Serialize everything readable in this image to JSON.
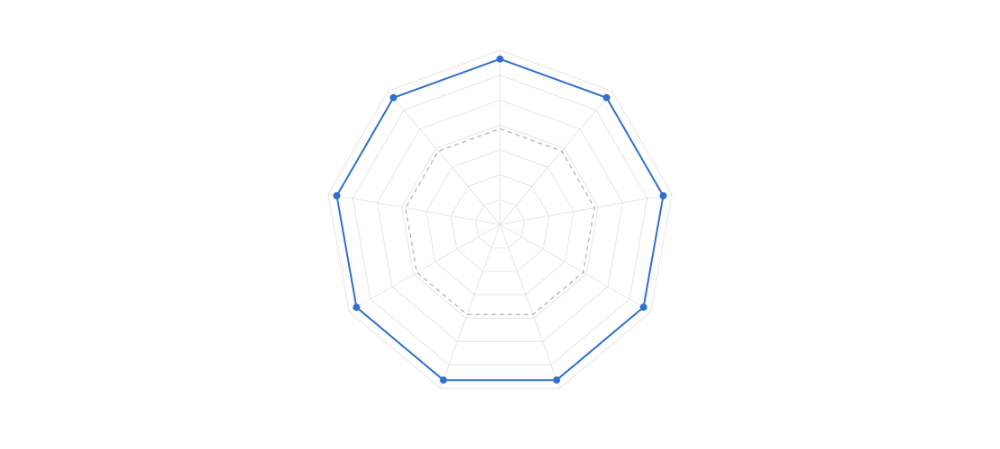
{
  "chart_data": {
    "type": "radar",
    "axes_count": 9,
    "range": [
      0,
      100
    ],
    "grid_levels": 7,
    "grid": true,
    "legend": "none",
    "title": "",
    "series": [
      {
        "values": [
          95,
          95,
          95,
          95,
          95,
          95,
          95,
          95,
          95
        ],
        "color": "#2f6fcf",
        "markers": true
      }
    ],
    "reference": {
      "values": [
        55,
        55,
        55,
        55,
        55,
        55,
        55,
        55,
        55
      ],
      "color": "#bdbdbd",
      "dashed": true
    },
    "colors": {
      "grid": "#e6e6e6",
      "spoke": "#e6e6e6",
      "series": "#2f6fcf",
      "marker": "#2f6fcf",
      "reference": "#bdbdbd",
      "background": "#ffffff"
    }
  }
}
